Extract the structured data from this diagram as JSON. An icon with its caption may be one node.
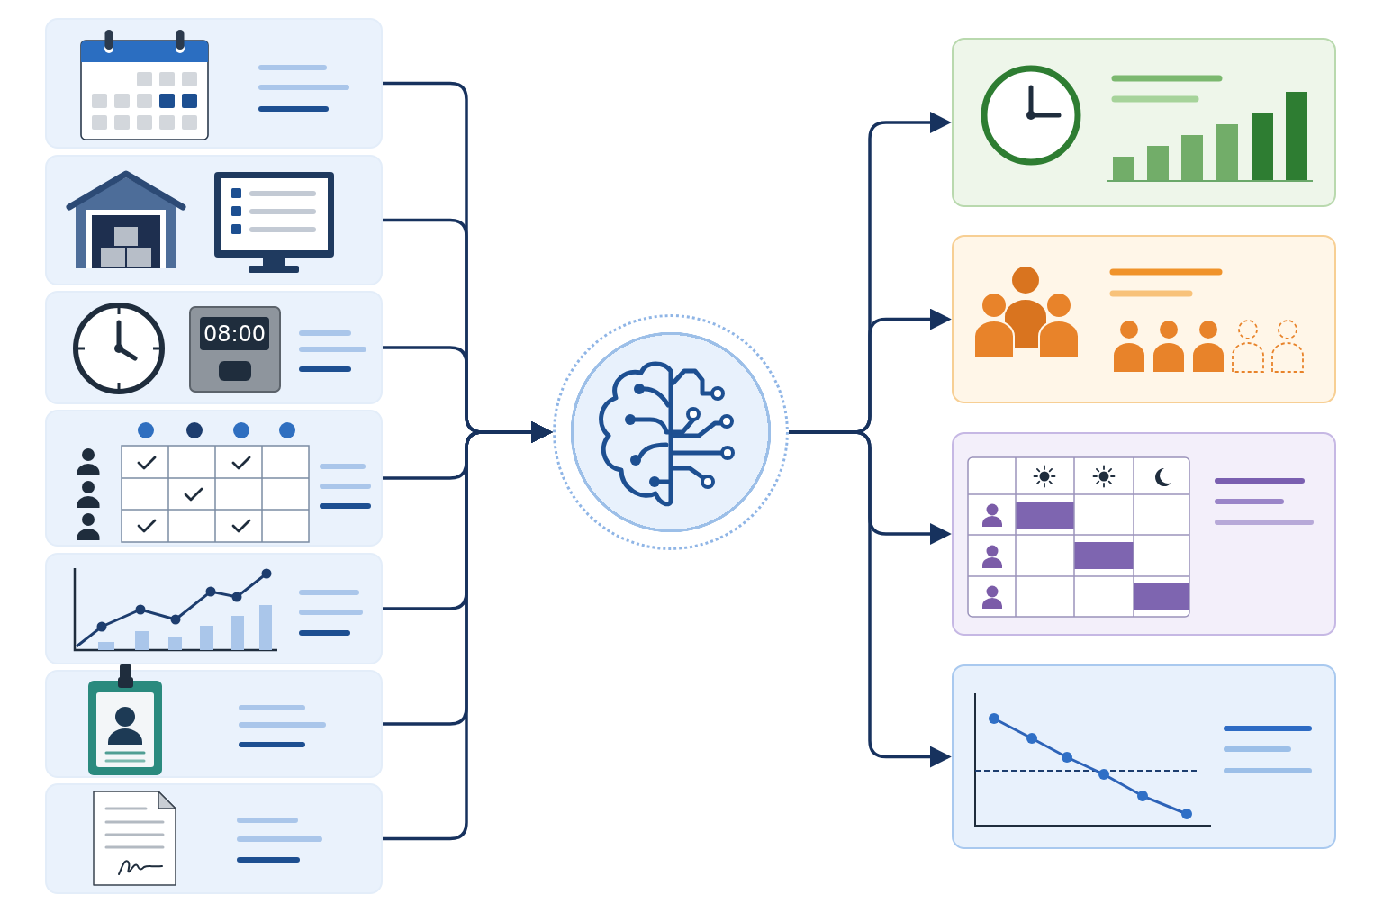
{
  "diagram": {
    "nodes": [
      {
        "text": [],
        "shape": "picture"
      },
      {
        "text": [],
        "shape": "picture"
      },
      {
        "text": [
          "08:00"
        ]
      },
      {
        "text": [],
        "shape": "picture"
      },
      {
        "text": [],
        "shape": "picture"
      },
      {
        "text": [],
        "shape": "picture"
      },
      {
        "text": [],
        "shape": "picture"
      },
      {
        "text": [],
        "shape": "circle"
      },
      {
        "text": [],
        "shape": "picture"
      },
      {
        "text": [],
        "shape": "picture"
      },
      {
        "text": [],
        "shape": "picture"
      },
      {
        "text": [],
        "shape": "picture"
      }
    ],
    "edges": [
      {
        "from": 0,
        "to": 7,
        "arrow": "to"
      },
      {
        "from": 1,
        "to": 7,
        "arrow": "to"
      },
      {
        "from": 2,
        "to": 7,
        "arrow": "to"
      },
      {
        "from": 3,
        "to": 7,
        "arrow": "to"
      },
      {
        "from": 4,
        "to": 7,
        "arrow": "to"
      },
      {
        "from": 5,
        "to": 7,
        "arrow": "to"
      },
      {
        "from": 6,
        "to": 7,
        "arrow": "to"
      },
      {
        "from": 7,
        "to": 8,
        "arrow": "to"
      },
      {
        "from": 7,
        "to": 9,
        "arrow": "to"
      },
      {
        "from": 7,
        "to": 10,
        "arrow": "to"
      },
      {
        "from": 7,
        "to": 11,
        "arrow": "to"
      }
    ]
  }
}
